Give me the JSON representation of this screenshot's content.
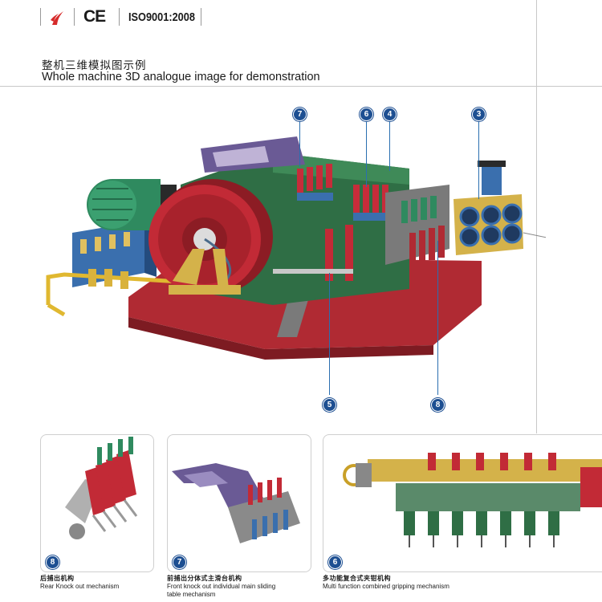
{
  "header": {
    "ce_mark": "CE",
    "iso_mark": "ISO9001:2008"
  },
  "title": {
    "cn": "整机三维模拟图示例",
    "en": "Whole machine 3D analogue image for demonstration"
  },
  "callouts": [
    {
      "number": "7"
    },
    {
      "number": "6"
    },
    {
      "number": "4"
    },
    {
      "number": "3"
    },
    {
      "number": "5"
    },
    {
      "number": "8"
    }
  ],
  "panels": [
    {
      "number": "8",
      "cn": "后捕出机构",
      "en": "Rear Knock out mechanism"
    },
    {
      "number": "7",
      "cn": "前捕出分体式主滑台机构",
      "en1": "Front knock out individual main sliding",
      "en2": "table mechanism"
    },
    {
      "number": "6",
      "cn": "多功能复合式夹钳机构",
      "en": "Multi function combined gripping mechanism"
    }
  ],
  "colors": {
    "badge": "#1d4f92",
    "callout_line": "#2a6fb0",
    "machine_base": "#b02a33",
    "machine_body": "#2f6e45",
    "flywheel": "#c22a36",
    "motor": "#2f8a5f",
    "hydraulic": "#3a6fae",
    "gold": "#d4b24a"
  }
}
